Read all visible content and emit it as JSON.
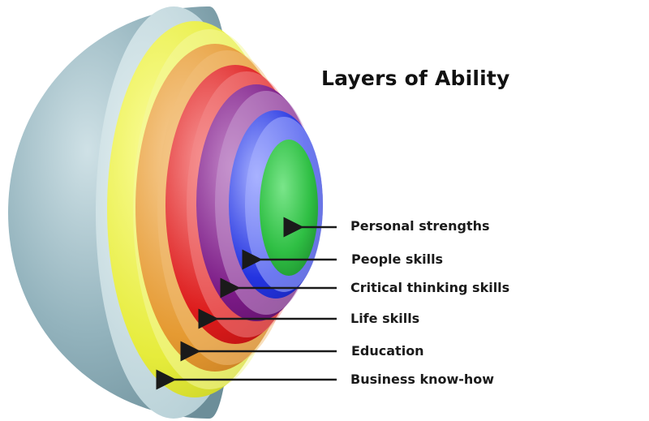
{
  "title": "Layers of Ability",
  "layers": [
    {
      "label": "Personal strengths",
      "color": "#2fbf44"
    },
    {
      "label": "People skills",
      "color": "#2a3fe0"
    },
    {
      "label": "Critical thinking skills",
      "color": "#7d1a86"
    },
    {
      "label": "Life skills",
      "color": "#de1f1f"
    },
    {
      "label": "Education",
      "color": "#e9a03a"
    },
    {
      "label": "Business know-how",
      "color": "#e9ee4a"
    }
  ],
  "outer_shell_color": "#8fb1bc"
}
